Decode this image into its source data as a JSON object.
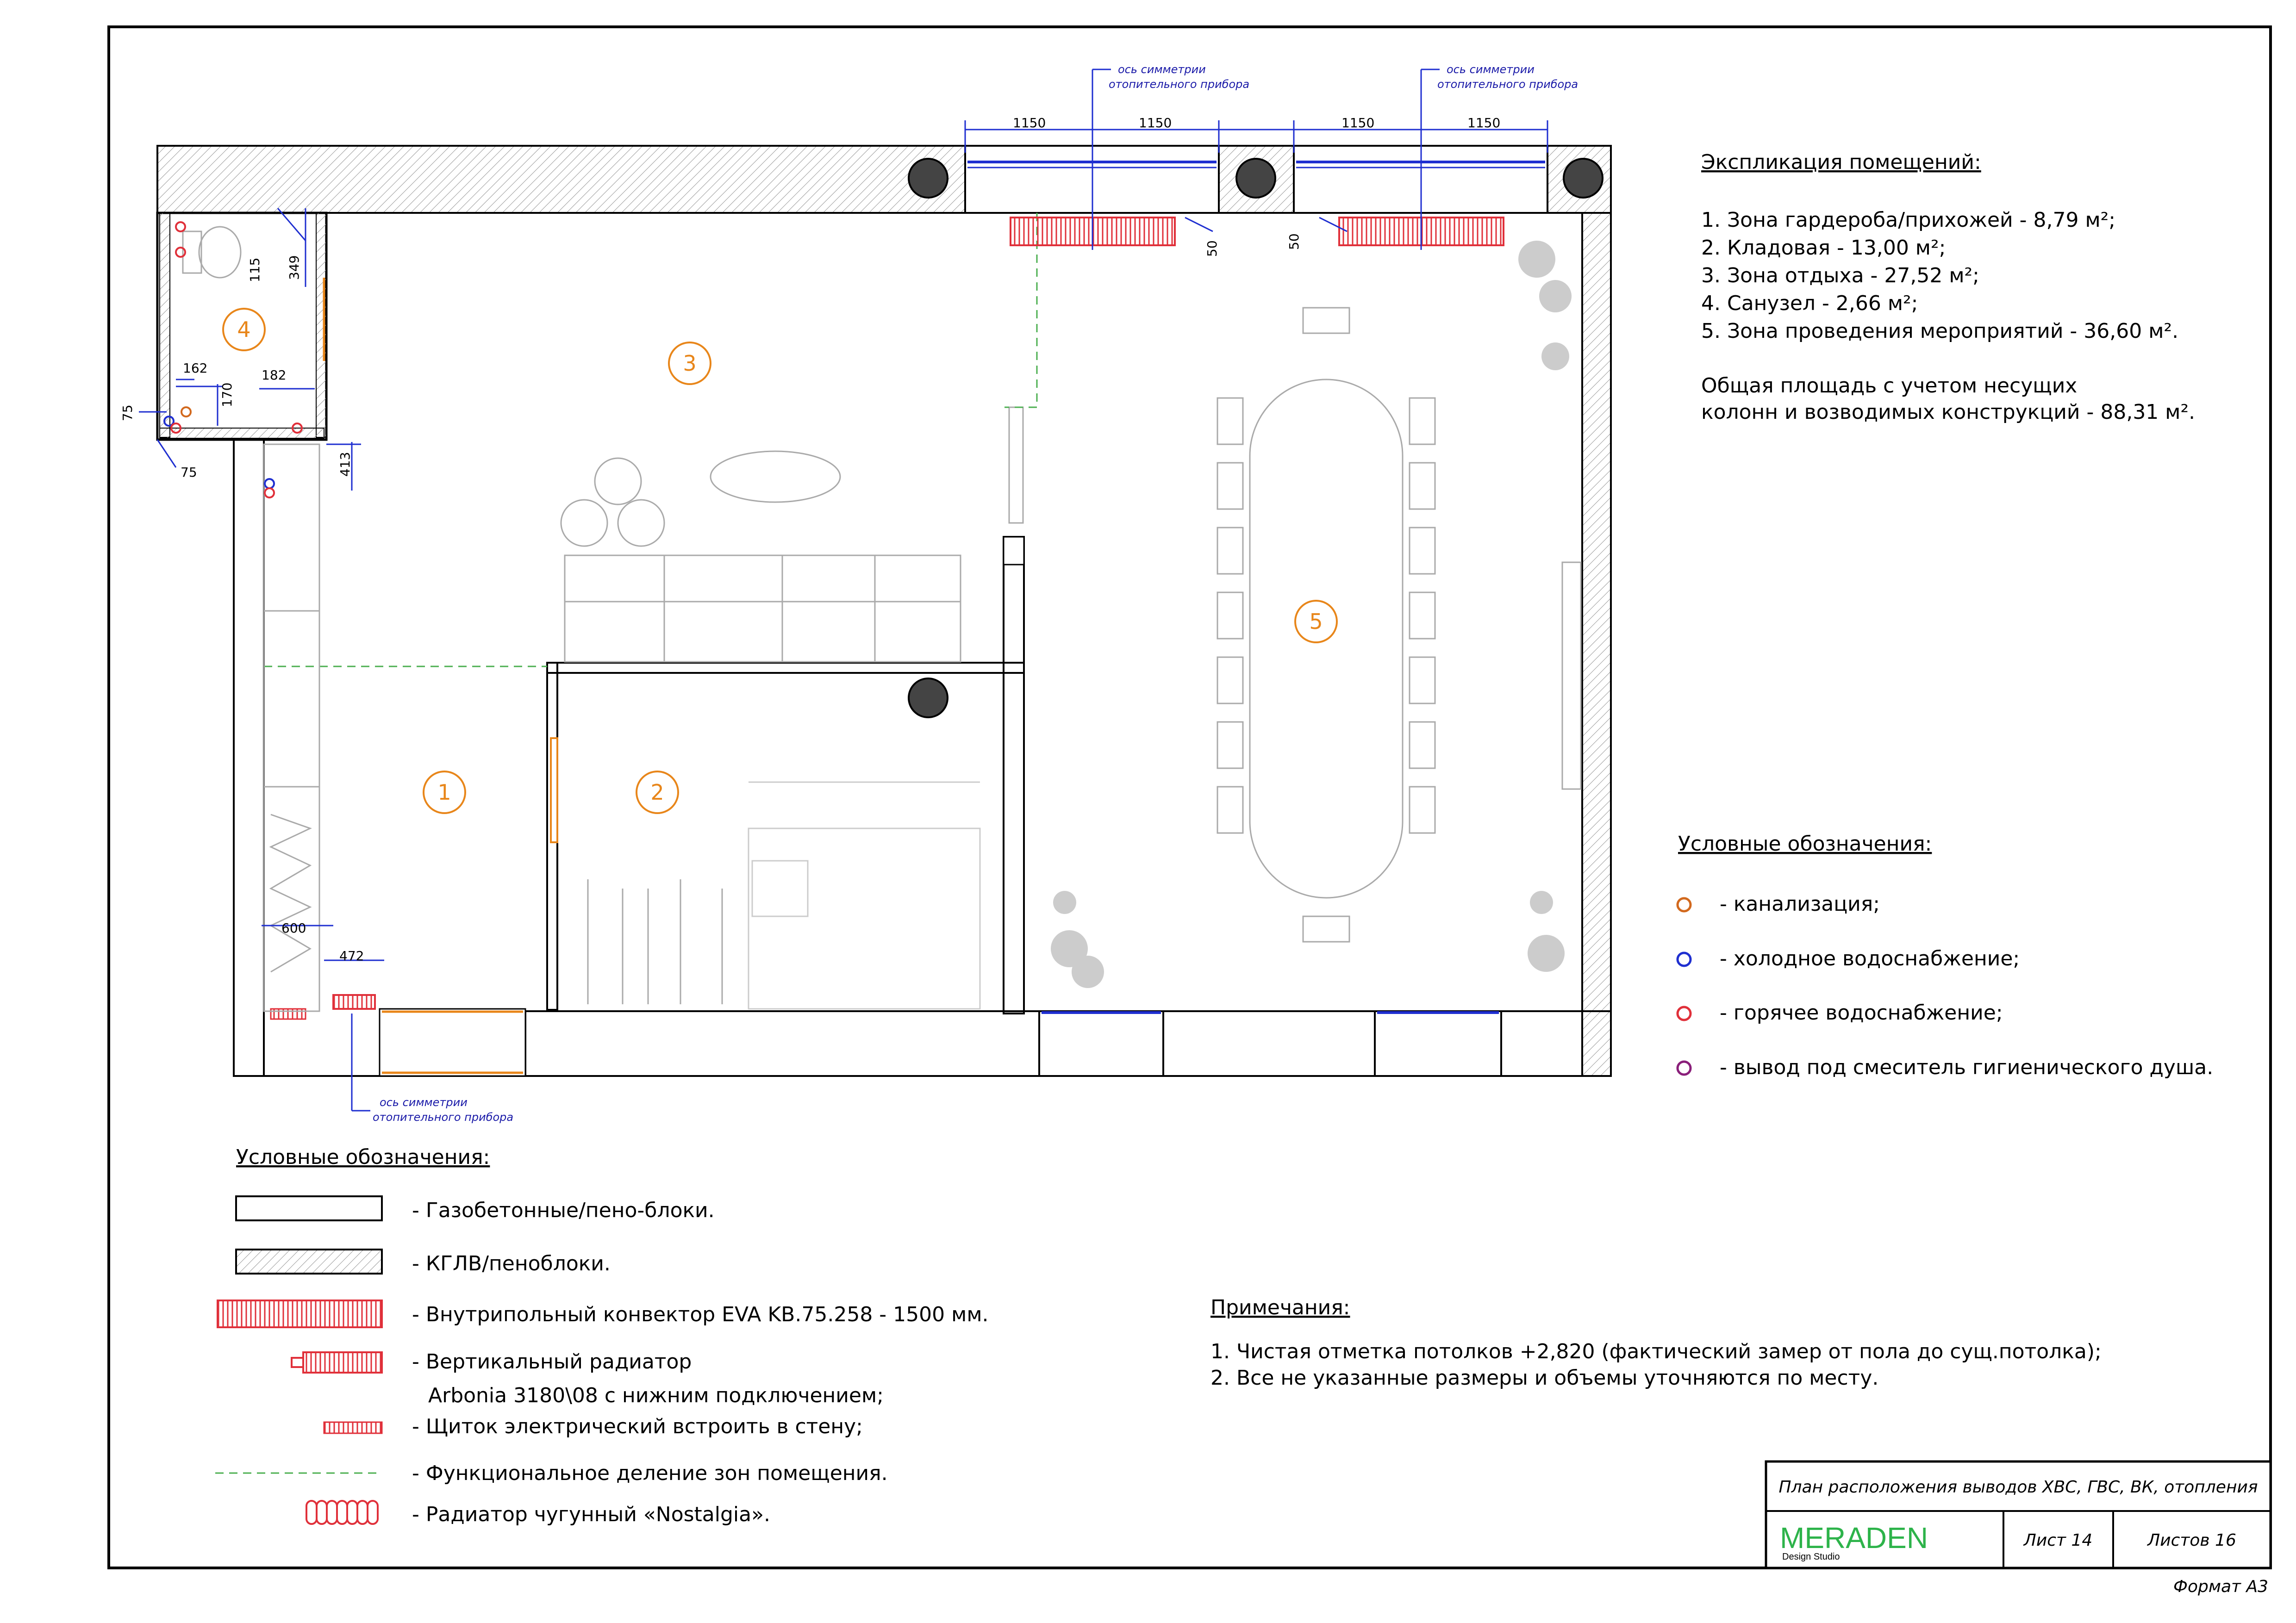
{
  "explication": {
    "title": "Экспликация помещений:",
    "items": [
      "1. Зона гардероба/прихожей - 8,79 м²;",
      "2. Кладовая - 13,00 м²;",
      "3. Зона отдыха - 27,52 м²;",
      "4. Санузел - 2,66 м²;",
      "5. Зона проведения мероприятий - 36,60 м²."
    ],
    "total_line1": "Общая площадь с учетом несущих",
    "total_line2": "колонн и возводимых конструкций  - 88,31 м²."
  },
  "plumbing_legend": {
    "title": "Условные обозначения:",
    "items": [
      {
        "label": "- канализация;",
        "color": "#d2691e"
      },
      {
        "label": "- холодное водоснабжение;",
        "color": "#1f2fd0"
      },
      {
        "label": "- горячее водоснабжение;",
        "color": "#e0303a"
      },
      {
        "label": "- вывод под смеситель гигиенического душа.",
        "color": "#8a1f7a"
      }
    ]
  },
  "legend": {
    "title": "Условные обозначения:",
    "items": [
      {
        "label": "- Газобетонные/пено-блоки."
      },
      {
        "label": "- КГЛВ/пеноблоки."
      },
      {
        "label": "- Внутрипольный конвектор EVA KB.75.258 - 1500 мм."
      },
      {
        "label": "- Вертикальный радиатор",
        "label2": "Arbonia 3180\\08 с нижним подключением;"
      },
      {
        "label": "- Щиток электрический встроить в стену;"
      },
      {
        "label": "- Функциональное деление зон помещения."
      },
      {
        "label": "- Радиатор чугунный «Nostalgia»."
      }
    ]
  },
  "notes": {
    "title": "Примечания:",
    "items": [
      "1. Чистая отметка потолков +2,820 (фактический замер от пола до сущ.потолка);",
      "2. Все не указанные размеры и объемы уточняются по месту."
    ]
  },
  "plan": {
    "rooms": [
      "1",
      "2",
      "3",
      "4",
      "5"
    ],
    "axis_label_1": "ось симметрии",
    "axis_label_2": "отопительного прибора",
    "dims": {
      "top_left_a": "1150",
      "top_left_b": "1150",
      "top_right_a": "1150",
      "top_right_b": "1150",
      "offset_a": "50",
      "offset_b": "50",
      "bath_115": "115",
      "bath_349": "349",
      "bath_162": "162",
      "bath_170": "170",
      "bath_182": "182",
      "bath_75a": "75",
      "bath_75b": "75",
      "kitchen_413": "413",
      "bottom_600": "600",
      "bottom_472": "472"
    }
  },
  "title_block": {
    "title": "План расположения выводов ХВС, ГВС, ВК, отопления",
    "brand": "MERADEN",
    "brand_sub": "Design Studio",
    "sheet": "Лист 14",
    "sheets": "Листов 16",
    "format": "Формат А3"
  },
  "colors": {
    "wall_line": "#000000",
    "radiator": "#e0303a",
    "window": "#1f2fd0",
    "zone_divider": "#4caf50",
    "room_marker": "#e8861a",
    "furniture": "#b0b0b0"
  }
}
